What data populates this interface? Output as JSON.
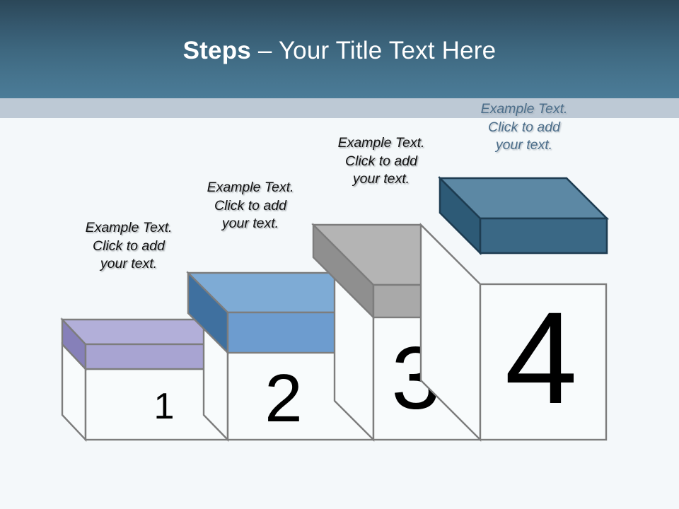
{
  "slide": {
    "title_bold": "Steps",
    "title_rest": " – Your Title Text Here",
    "background_color": "#f4f8fa",
    "header_top_color": "#2b4758",
    "header_bottom_color": "#4b7c98",
    "band_color": "#bdc9d5"
  },
  "steps": [
    {
      "number": "1",
      "label": "Example Text.\nClick  to add\nyour text.",
      "label_color": "#111111",
      "top_color": "#b2afd9",
      "front_color": "#a8a4d2",
      "side_color": "#8680b9",
      "outline_color": "#7d7d7d"
    },
    {
      "number": "2",
      "label": "Example Text.\nClick  to add\nyour text.",
      "label_color": "#111111",
      "top_color": "#7eabd5",
      "front_color": "#6d9ccf",
      "side_color": "#3f709f",
      "outline_color": "#7d7d7d"
    },
    {
      "number": "3",
      "label": "Example Text.\nClick  to add\nyour text.",
      "label_color": "#111111",
      "top_color": "#b4b4b4",
      "front_color": "#a9a9a9",
      "side_color": "#8f8f8f",
      "outline_color": "#7d7d7d"
    },
    {
      "number": "4",
      "label": "Example Text.\nClick  to add\nyour text.",
      "label_color": "#4c6e8a",
      "top_color": "#5c88a4",
      "front_color": "#3a6885",
      "side_color": "#2d5a76",
      "outline_color": "#1e3d52"
    }
  ]
}
